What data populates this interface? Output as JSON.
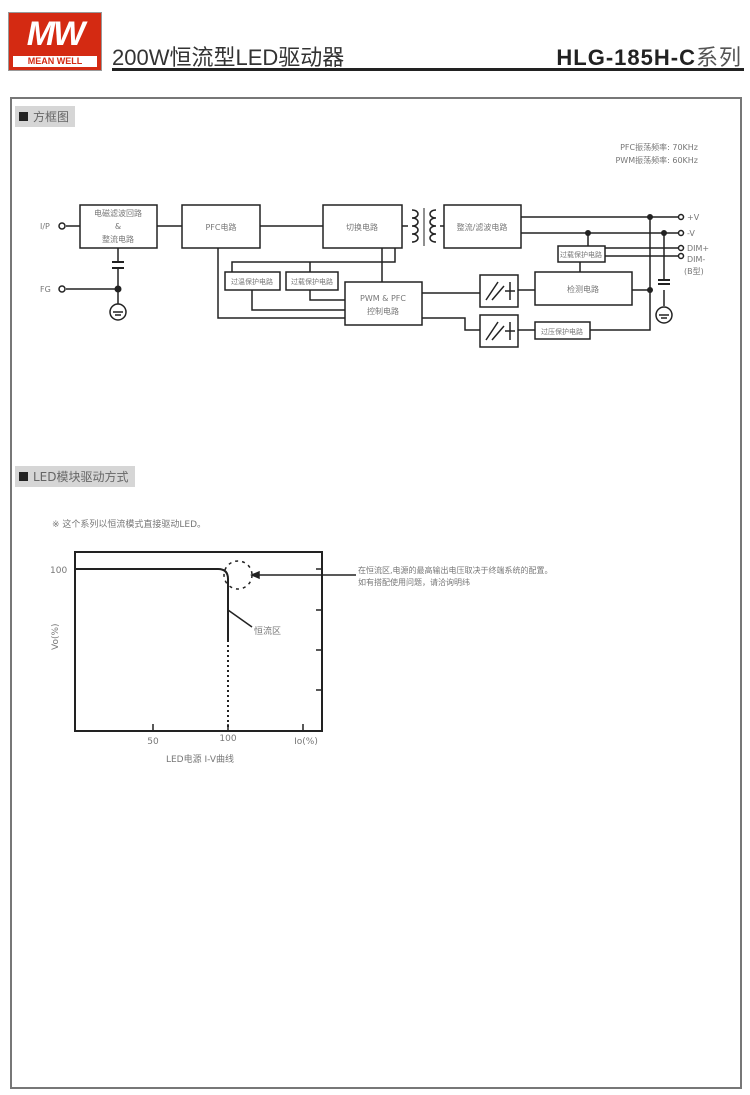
{
  "header": {
    "logo": "MW",
    "logo_text": "MEAN WELL",
    "title": "200W恒流型LED驱动器",
    "series_model": "HLG-185H-C",
    "series_suffix": "系列"
  },
  "block_diagram": {
    "section_title": "方框图",
    "notes": [
      "PFC振荡频率: 70KHz",
      "PWM振荡频率: 60KHz"
    ],
    "terminals": {
      "ip": "I/P",
      "fg": "FG",
      "pv": "+V",
      "nv": "-V",
      "dimp": "DIM+",
      "dimn": "DIM-",
      "btype": "(B型)"
    },
    "blocks": {
      "emi1": "电磁滤波回路",
      "emi2": "&",
      "emi3": "整流电路",
      "pfc": "PFC电路",
      "switch": "切换电路",
      "rect": "整流/滤波电路",
      "otp": "过温保护电路",
      "olp": "过载保护电路",
      "ctrl1": "PWM & PFC",
      "ctrl2": "控制电路",
      "olp2": "过载保护电路",
      "detect": "检测电路",
      "ovp": "过压保护电路"
    }
  },
  "led_drive": {
    "section_title": "LED模块驱动方式",
    "note": "※ 这个系列以恒流模式直接驱动LED。",
    "annotation_1": "在恒流区,电源的最高输出电压取决于终端系统的配置。",
    "annotation_2": "如有搭配使用问题，请洽询明纬",
    "region_label": "恒流区",
    "caption": "LED电源 I-V曲线",
    "chart_data": {
      "type": "line",
      "title": "LED电源 I-V曲线",
      "xlabel": "Io(%)",
      "ylabel": "Vo(%)",
      "x_ticks": [
        "50",
        "100",
        "Io(%)"
      ],
      "y_ticks": [
        "100"
      ],
      "series": [
        {
          "name": "I-V",
          "x": [
            0,
            95,
            100,
            100
          ],
          "y": [
            100,
            100,
            95,
            0
          ]
        }
      ],
      "annotations": [
        "恒流区"
      ]
    }
  }
}
